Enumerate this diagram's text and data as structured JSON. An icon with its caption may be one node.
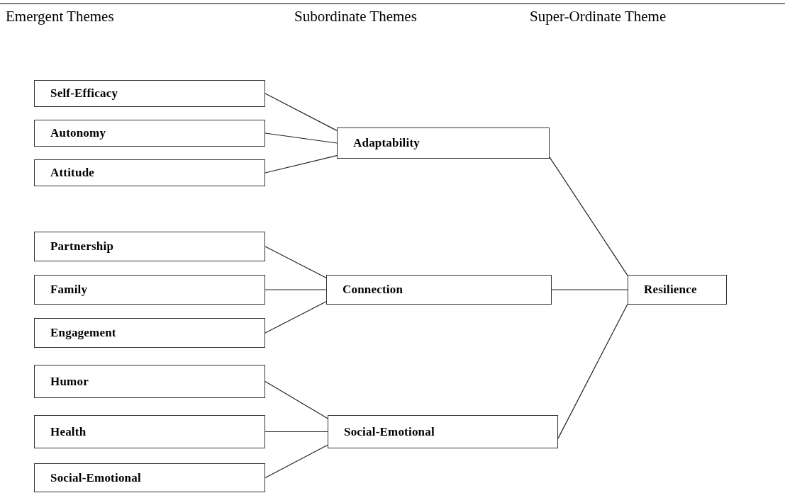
{
  "diagram": {
    "nodes": [
      {
        "text": [
          "Self-Efficacy"
        ]
      },
      {
        "text": [
          "Autonomy"
        ]
      },
      {
        "text": [
          "Attitude"
        ]
      },
      {
        "text": [
          "Partnership"
        ]
      },
      {
        "text": [
          "Family"
        ]
      },
      {
        "text": [
          "Engagement"
        ]
      },
      {
        "text": [
          "Humor"
        ]
      },
      {
        "text": [
          "Health"
        ]
      },
      {
        "text": [
          "Social-Emotional"
        ]
      },
      {
        "text": [
          "Adaptability"
        ]
      },
      {
        "text": [
          "Connection"
        ]
      },
      {
        "text": [
          "Social-Emotional"
        ]
      },
      {
        "text": [
          "Resilience"
        ]
      }
    ],
    "edges": [
      {
        "from": 0,
        "to": 9,
        "arrow": "none"
      },
      {
        "from": 1,
        "to": 9,
        "arrow": "none"
      },
      {
        "from": 2,
        "to": 9,
        "arrow": "none"
      },
      {
        "from": 3,
        "to": 10,
        "arrow": "none"
      },
      {
        "from": 4,
        "to": 10,
        "arrow": "none"
      },
      {
        "from": 5,
        "to": 10,
        "arrow": "none"
      },
      {
        "from": 6,
        "to": 11,
        "arrow": "none"
      },
      {
        "from": 7,
        "to": 11,
        "arrow": "none"
      },
      {
        "from": 8,
        "to": 11,
        "arrow": "none"
      },
      {
        "from": 9,
        "to": 12,
        "arrow": "none"
      },
      {
        "from": 10,
        "to": 12,
        "arrow": "none"
      },
      {
        "from": 11,
        "to": 12,
        "arrow": "none"
      }
    ],
    "labels": [
      "Emergent Themes",
      "Subordinate Themes",
      "Super-Ordinate Theme"
    ]
  }
}
